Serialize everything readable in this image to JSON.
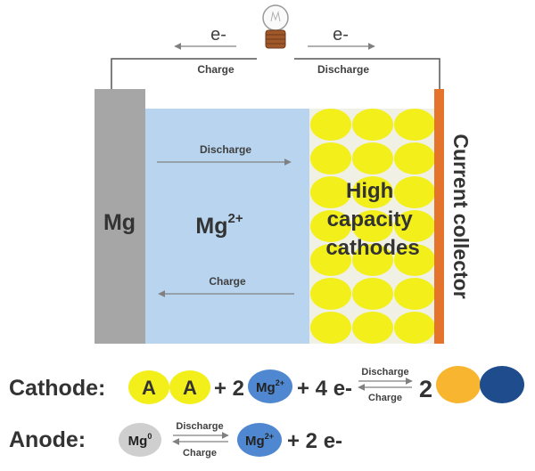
{
  "circuit": {
    "electron_left": "e-",
    "electron_right": "e-",
    "charge_label": "Charge",
    "discharge_label": "Discharge"
  },
  "cell": {
    "anode_label": "Mg",
    "ion_base": "Mg",
    "ion_sup": "2+",
    "discharge_label": "Discharge",
    "charge_label": "Charge",
    "cathode_text": [
      "High",
      "capacity",
      "cathodes"
    ],
    "collector_label": "Current collector"
  },
  "cathode_equation": {
    "label": "Cathode:",
    "reactant_a1": "A",
    "reactant_a2": "A",
    "plus_2": "+ 2",
    "ion_base": "Mg",
    "ion_sup": "2+",
    "plus_4e": "+ 4 e-",
    "discharge": "Discharge",
    "charge": "Charge",
    "product_coeff": "2"
  },
  "anode_equation": {
    "label": "Anode:",
    "mg_base": "Mg",
    "mg_sup": "0",
    "discharge": "Discharge",
    "charge": "Charge",
    "ion_base": "Mg",
    "ion_sup": "2+",
    "plus_2e": "+ 2 e-"
  },
  "colors": {
    "anode_gray": "#a6a6a6",
    "electrolyte_blue": "#b8d4ef",
    "cathode_yellow": "#f3ef1a",
    "collector_orange": "#e4742b",
    "ion_blue": "#4f88d0",
    "product_orange": "#f8b530",
    "product_navy": "#1f4c8d",
    "mg0_gray": "#cfcfcf"
  }
}
